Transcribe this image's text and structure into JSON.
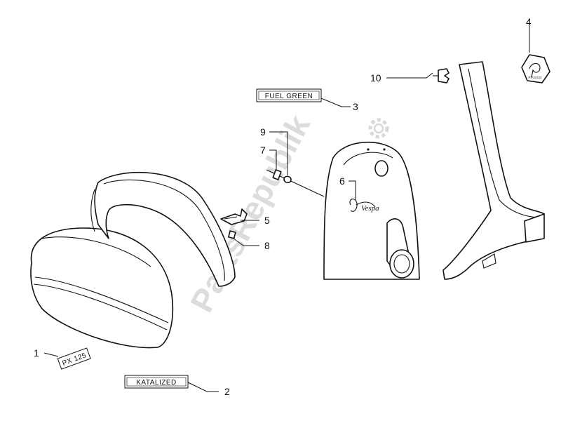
{
  "watermark": {
    "text": "PartsRepublik",
    "icon": "gear-icon"
  },
  "labels": {
    "fuel_green": "FUEL GREEN",
    "katalized": "KATALIZED",
    "px125": "PX 125",
    "piaggio_small": "PIAGGIO",
    "vespa_script": "Vespa"
  },
  "callouts": {
    "c1": "1",
    "c2": "2",
    "c3": "3",
    "c4": "4",
    "c5": "5",
    "c6": "6",
    "c7": "7",
    "c8": "8",
    "c9": "9",
    "c10": "10"
  },
  "colors": {
    "line": "#111111",
    "watermark": "#dcdcdc",
    "background": "#ffffff"
  }
}
